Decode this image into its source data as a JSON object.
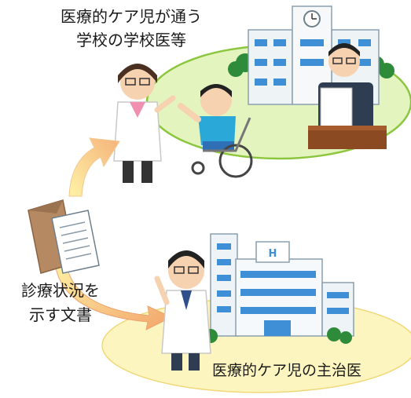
{
  "labels": {
    "school_line1": "医療的ケア児が通う",
    "school_line2": "学校の学校医等",
    "document_line1": "診療状況を",
    "document_line2": "示す文書",
    "attending_doctor": "医療的ケア児の主治医",
    "hospital_sign": "H"
  },
  "colors": {
    "school_oval_fill": "#e4f4bf",
    "school_oval_stroke": "#8cc63f",
    "hospital_oval_fill": "#fdf5bf",
    "arrow_gradient_start": "#fff3a6",
    "arrow_gradient_end": "#f5b27a",
    "hospital_accent": "#3f8fd6"
  },
  "icons": {
    "school": "school-building-icon",
    "hospital": "hospital-building-icon",
    "document": "document-icon",
    "envelope": "envelope-icon",
    "wheelchair": "wheelchair-icon"
  }
}
